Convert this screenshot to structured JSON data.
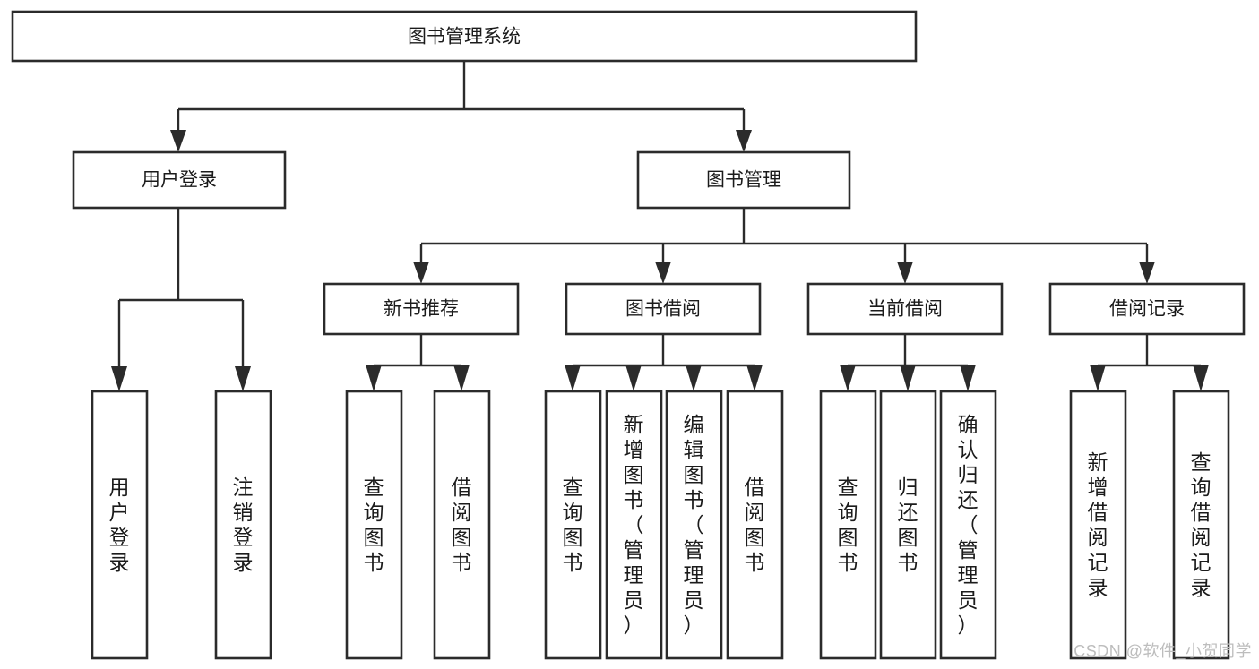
{
  "diagram": {
    "type": "tree-hierarchy",
    "title": "图书管理系统",
    "style": {
      "box_fill": "#ffffff",
      "box_stroke": "#2b2b2b",
      "connector_color": "#2b2b2b",
      "text_color": "#1b1b1b",
      "background": "#ffffff"
    },
    "root": {
      "label": "图书管理系统",
      "orientation": "horizontal"
    },
    "level2": [
      {
        "label": "用户登录",
        "orientation": "horizontal"
      },
      {
        "label": "图书管理",
        "orientation": "horizontal"
      }
    ],
    "level3": [
      {
        "label": "新书推荐",
        "orientation": "horizontal",
        "parent": "图书管理"
      },
      {
        "label": "图书借阅",
        "orientation": "horizontal",
        "parent": "图书管理"
      },
      {
        "label": "当前借阅",
        "orientation": "horizontal",
        "parent": "图书管理"
      },
      {
        "label": "借阅记录",
        "orientation": "horizontal",
        "parent": "图书管理"
      }
    ],
    "leaves": {
      "用户登录": [
        {
          "label": "用户登录",
          "orientation": "vertical"
        },
        {
          "label": "注销登录",
          "orientation": "vertical"
        }
      ],
      "新书推荐": [
        {
          "label": "查询图书",
          "orientation": "vertical"
        },
        {
          "label": "借阅图书",
          "orientation": "vertical"
        }
      ],
      "图书借阅": [
        {
          "label": "查询图书",
          "orientation": "vertical"
        },
        {
          "label": "新增图书（管理员）",
          "orientation": "vertical"
        },
        {
          "label": "编辑图书（管理员）",
          "orientation": "vertical"
        },
        {
          "label": "借阅图书",
          "orientation": "vertical"
        }
      ],
      "当前借阅": [
        {
          "label": "查询图书",
          "orientation": "vertical"
        },
        {
          "label": "归还图书",
          "orientation": "vertical"
        },
        {
          "label": "确认归还（管理员）",
          "orientation": "vertical"
        }
      ],
      "借阅记录": [
        {
          "label": "新增借阅记录",
          "orientation": "vertical"
        },
        {
          "label": "查询借阅记录",
          "orientation": "vertical"
        }
      ]
    }
  },
  "watermark": {
    "text": "CSDN @软件_小贺同学"
  }
}
